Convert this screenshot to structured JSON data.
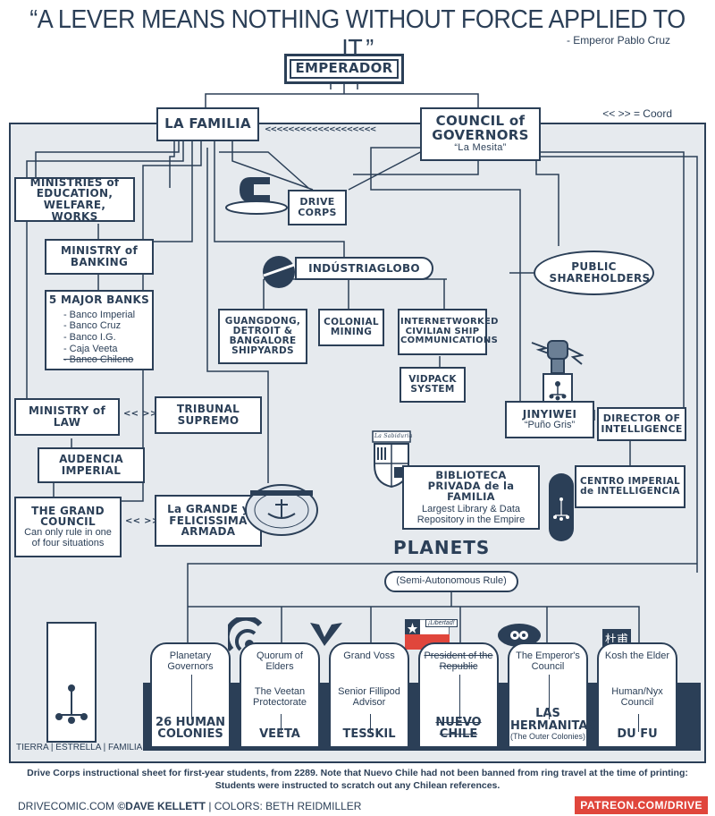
{
  "header": {
    "quote": "“A LEVER MEANS NOTHING WITHOUT FORCE APPLIED TO IT.”",
    "attribution": "- Emperor Pablo Cruz"
  },
  "legend": "<< >> = Coord",
  "nodes": {
    "emperador": "EMPERADOR",
    "la_familia": "LA FAMILIA",
    "council": {
      "title": "COUNCIL of GOVERNORS",
      "sub": "“La Mesita”"
    },
    "ministries": "MINISTRIES of EDUCATION, WELFARE, WORKS",
    "banking": "MINISTRY of BANKING",
    "banks": {
      "title": "5 MAJOR BANKS",
      "items": [
        "- Banco Imperial",
        "- Banco Cruz",
        "- Banco I.G.",
        "- Caja Veeta"
      ],
      "struck": "- Banco Chileno"
    },
    "drive_corps": "DRIVE CORPS",
    "industriaglobo": "INDÚSTRIAGLOBO",
    "public_shareholders": "PUBLIC SHAREHOLDERS",
    "shipyards": "GUANGDONG, DETROIT & BANGALORE SHIPYARDS",
    "colonial_mining": "COLONIAL MINING",
    "internetworked": "INTERNETWORKED CIVILIAN SHIP COMMUNICATIONS",
    "vidpack": "VIDPACK SYSTEM",
    "ministry_law": "MINISTRY of LAW",
    "tribunal": "TRIBUNAL SUPREMO",
    "audencia": "AUDENCIA IMPERIAL",
    "grand_council": {
      "title": "THE GRAND COUNCIL",
      "sub": "Can only rule in one of four situations"
    },
    "armada": "La GRANDE y FELICISSIMA ARMADA",
    "jinyiwei": {
      "title": "JINYIWEI",
      "sub": "“Puño Gris”"
    },
    "director": "DIRECTOR OF INTELLIGENCE",
    "biblioteca": {
      "title": "BIBLIOTECA PRIVADA de la FAMILIA",
      "sub": "Largest Library & Data Repository in the Empire"
    },
    "centro": "CENTRO IMPERIAL de INTELLIGENCIA",
    "coord": "<< >>",
    "coord_left": "<<<<<<<<<<<<<<<<<<<"
  },
  "planets": {
    "title": "PLANETS",
    "rule": "(Semi-Autonomous Rule)",
    "cards": [
      {
        "top": "Planetary Governors",
        "mid": "",
        "bot": "26 HUMAN COLONIES",
        "strike": false
      },
      {
        "top": "Quorum of Elders",
        "mid": "The Veetan Protectorate",
        "bot": "VEETA",
        "strike": false
      },
      {
        "top": "Grand Voss",
        "mid": "Senior Fillipod Advisor",
        "bot": "TESSKIL",
        "strike": false
      },
      {
        "top": "President of the Republic",
        "mid": "",
        "bot": "NUEVO CHILE",
        "strike": true
      },
      {
        "top": "The Emperor's Council",
        "mid": "",
        "bot": "LAS HERMANITAS",
        "botsub": "(The Outer Colonies)",
        "strike": false
      },
      {
        "top": "Kosh the Elder",
        "mid": "Human/Nyx Council",
        "bot": "DU FU",
        "strike": false
      }
    ],
    "badges": {
      "libertad": "¡Libertad!",
      "dufu_glyph": "杜甫",
      "sabiduria": "La Sabiduria"
    }
  },
  "symbol_label": "TIERRA | ESTRELLA | FAMILIA",
  "caption": {
    "line1": "Drive Corps instructional sheet for first-year students, from 2289. Note that Nuevo Chile had not been banned from ring travel at the time of printing:",
    "line2": "Students were instructed to scratch out any Chilean references."
  },
  "credit": {
    "site": "DRIVECOMIC.COM",
    "author": "©DAVE KELLETT",
    "colors": "| COLORS: BETH REIDMILLER"
  },
  "patreon": "PATREON.COM/DRIVE",
  "colors": {
    "navy": "#2b3f57",
    "panel": "#e6eaee",
    "red": "#e0463c"
  }
}
